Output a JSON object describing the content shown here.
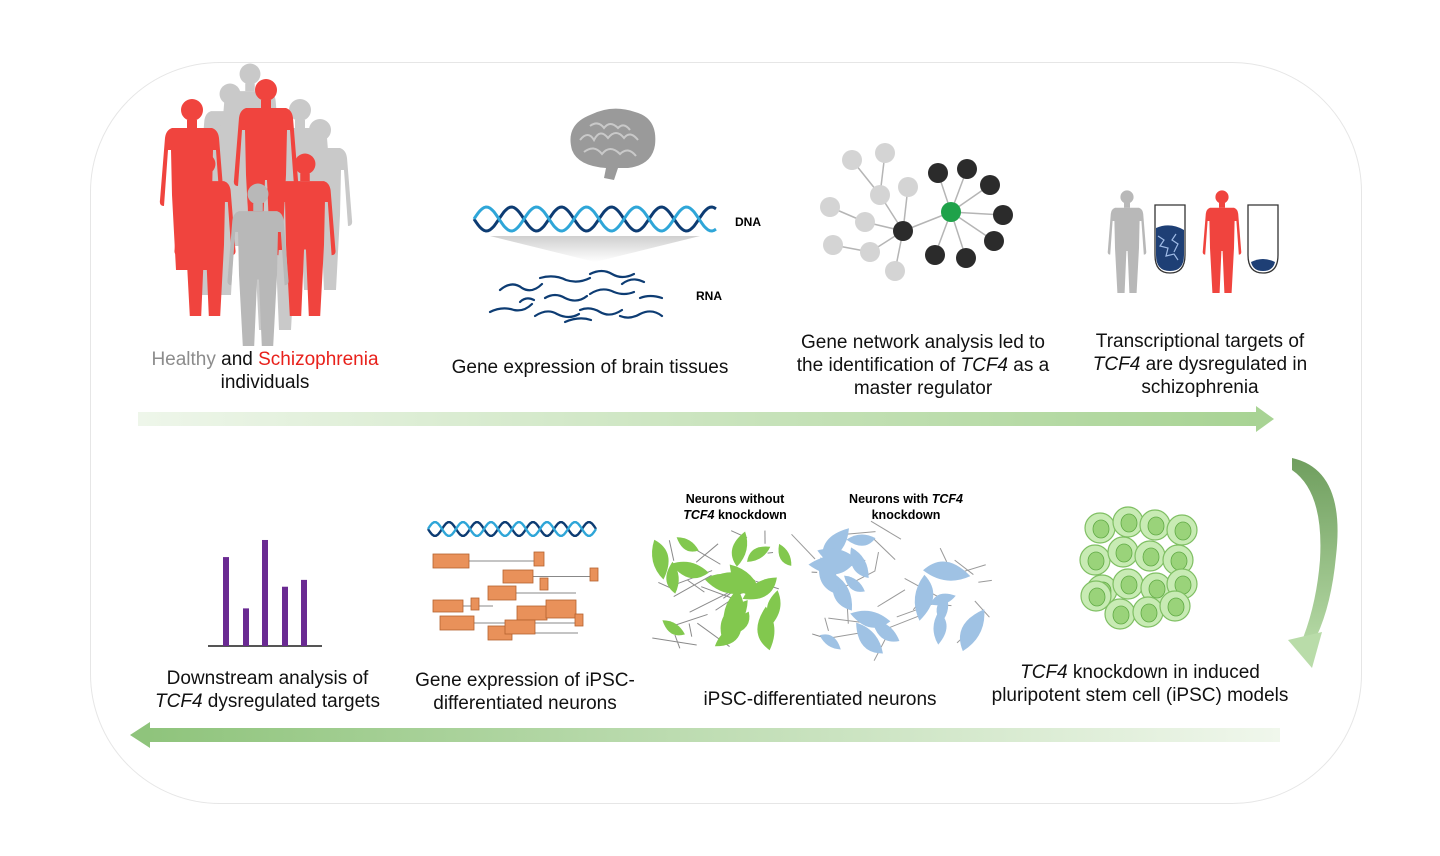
{
  "colors": {
    "healthy": "#b3b3b3",
    "schizophrenia": "#f0443e",
    "arrow": "#8fc47c",
    "hub": "#1fa24a",
    "node_dark": "#2b2b2b",
    "node_light": "#d4d4d4",
    "bars": "#6a2a92",
    "exon": "#e9915a",
    "neuron_green": "#82c84e",
    "neuron_blue": "#9fc2e4",
    "cell": "#9ad37a"
  },
  "panel1": {
    "healthy": "Healthy",
    "and": " and ",
    "schizophrenia": "Schizophrenia",
    "line2": "individuals"
  },
  "panel2": {
    "dna": "DNA",
    "rna": "RNA",
    "caption": "Gene expression of brain tissues"
  },
  "panel3": {
    "line1": "Gene network analysis led to",
    "line2_a": "the identification of ",
    "line2_gene": "TCF4",
    "line2_b": " as a",
    "line3": "master regulator"
  },
  "panel4": {
    "line1": "Transcriptional targets of",
    "line2_gene": "TCF4",
    "line2_b": " are dysregulated in",
    "line3": "schizophrenia"
  },
  "panel5": {
    "line1_gene": "TCF4",
    "line1_b": " knockdown in induced",
    "line2": "pluripotent stem cell (iPSC) models"
  },
  "panel6": {
    "label_a1": "Neurons without",
    "label_a2_gene": "TCF4",
    "label_a2_b": " knockdown",
    "label_b1": "Neurons with ",
    "label_b1_gene": "TCF4",
    "label_b2": "knockdown",
    "caption": "iPSC-differentiated neurons"
  },
  "panel7": {
    "line1": "Gene expression of iPSC-",
    "line2": "differentiated neurons"
  },
  "panel8": {
    "line1": "Downstream analysis of",
    "line2_gene": "TCF4",
    "line2_b": " dysregulated targets",
    "bar_heights": [
      0.78,
      0.33,
      0.93,
      0.52,
      0.58
    ]
  }
}
